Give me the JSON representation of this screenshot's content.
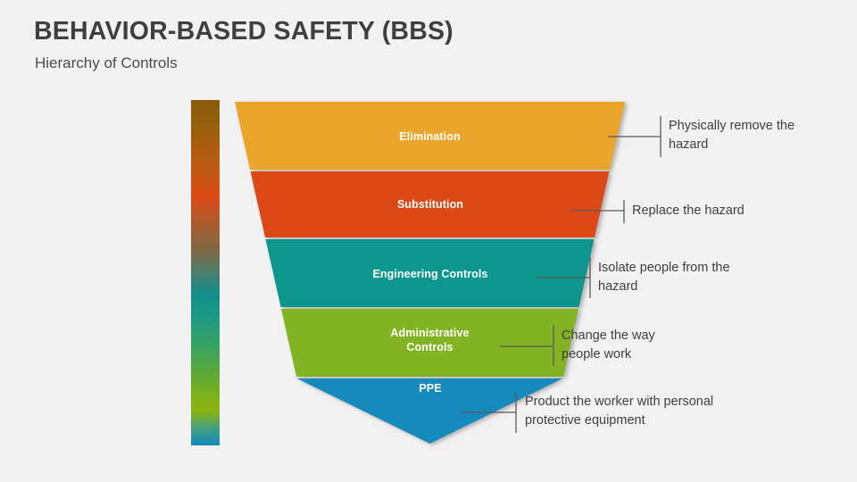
{
  "slide": {
    "background_color": "#f1f1f1",
    "title": "BEHAVIOR-BASED SAFETY (BBS)",
    "subtitle": "Hierarchy of Controls"
  },
  "color_bar": {
    "name": "gradient-color-bar",
    "stops": [
      "#8a5a0c",
      "#d44a17",
      "#7b6a47",
      "#0f938f",
      "#30a06b",
      "#7cb024",
      "#8cb310",
      "#3a9a7e",
      "#1289bd"
    ]
  },
  "funnel": {
    "orientation": "inverted",
    "bands": [
      {
        "id": "elimination",
        "label": "Elimination",
        "color": "#eaa52b",
        "callout": "Physically remove the\nhazard"
      },
      {
        "id": "substitution",
        "label": "Substitution",
        "color": "#dd4814",
        "callout": "Replace the hazard"
      },
      {
        "id": "engineering-controls",
        "label": "Engineering Controls",
        "color": "#0f968e",
        "callout": "Isolate people from the\nhazard"
      },
      {
        "id": "administrative-controls",
        "label": "Administrative\nControls",
        "color": "#82b321",
        "callout": "Change the way\npeople work"
      },
      {
        "id": "ppe",
        "label": "PPE",
        "color": "#1389bd",
        "callout": "Product the worker with personal\nprotective equipment"
      }
    ]
  },
  "connector_color": "#595959",
  "text_color": "#3f3f3f"
}
